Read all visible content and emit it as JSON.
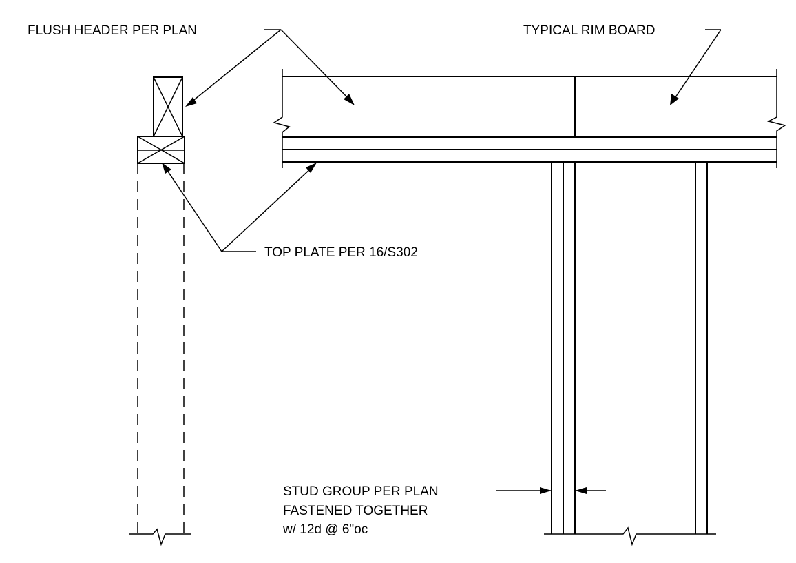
{
  "labels": {
    "flush_header": "FLUSH HEADER PER PLAN",
    "rim_board": "TYPICAL RIM BOARD",
    "top_plate": "TOP PLATE PER 16/S302",
    "stud_group_line1": "STUD GROUP PER PLAN",
    "stud_group_line2": "FASTENED TOGETHER",
    "stud_group_line3": "w/ 12d @ 6\"oc"
  },
  "colors": {
    "ink": "#000000",
    "paper": "#ffffff"
  }
}
